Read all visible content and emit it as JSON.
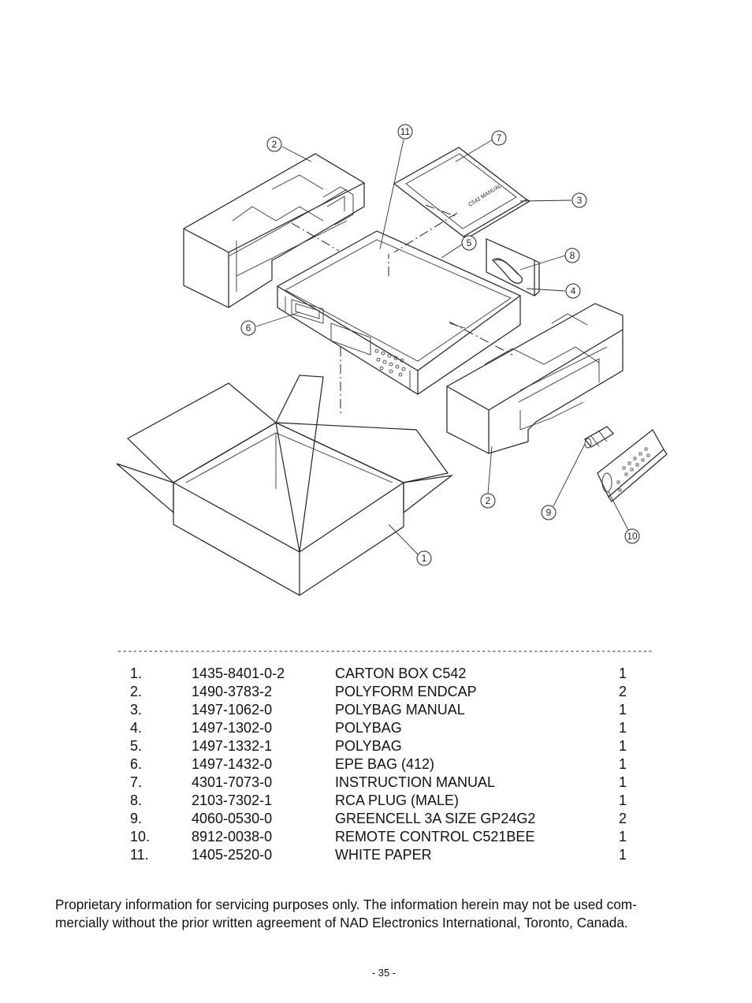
{
  "diagram": {
    "manual_cover_text": "C542 MANUAL",
    "callouts": [
      "1",
      "2",
      "2",
      "3",
      "4",
      "5",
      "6",
      "7",
      "8",
      "9",
      "10",
      "11"
    ]
  },
  "parts_list": {
    "separator": "-----------------------------------------------------------------------------------------------------------------",
    "rows": [
      {
        "no": "1.",
        "part_number": "1435-8401-0-2",
        "description": "CARTON BOX C542",
        "qty": "1"
      },
      {
        "no": "2.",
        "part_number": "1490-3783-2",
        "description": "POLYFORM ENDCAP",
        "qty": "2"
      },
      {
        "no": "3.",
        "part_number": "1497-1062-0",
        "description": "POLYBAG MANUAL",
        "qty": "1"
      },
      {
        "no": "4.",
        "part_number": "1497-1302-0",
        "description": "POLYBAG",
        "qty": "1"
      },
      {
        "no": "5.",
        "part_number": "1497-1332-1",
        "description": "POLYBAG",
        "qty": "1"
      },
      {
        "no": "6.",
        "part_number": "1497-1432-0",
        "description": "EPE BAG (412)",
        "qty": "1"
      },
      {
        "no": "7.",
        "part_number": "4301-7073-0",
        "description": "INSTRUCTION MANUAL",
        "qty": "1"
      },
      {
        "no": "8.",
        "part_number": "2103-7302-1",
        "description": "RCA PLUG (MALE)",
        "qty": "1"
      },
      {
        "no": "9.",
        "part_number": "4060-0530-0",
        "description": "GREENCELL 3A SIZE GP24G2",
        "qty": "2"
      },
      {
        "no": "10.",
        "part_number": "8912-0038-0",
        "description": "REMOTE CONTROL C521BEE",
        "qty": "1"
      },
      {
        "no": "11.",
        "part_number": "1405-2520-0",
        "description": "WHITE PAPER",
        "qty": "1"
      }
    ]
  },
  "notice": {
    "line1": "Proprietary information for servicing purposes only. The information herein may not be used com-",
    "line2": "mercially without the prior written agreement of NAD Electronics International, Toronto, Canada."
  },
  "page_number": "- 35 -"
}
